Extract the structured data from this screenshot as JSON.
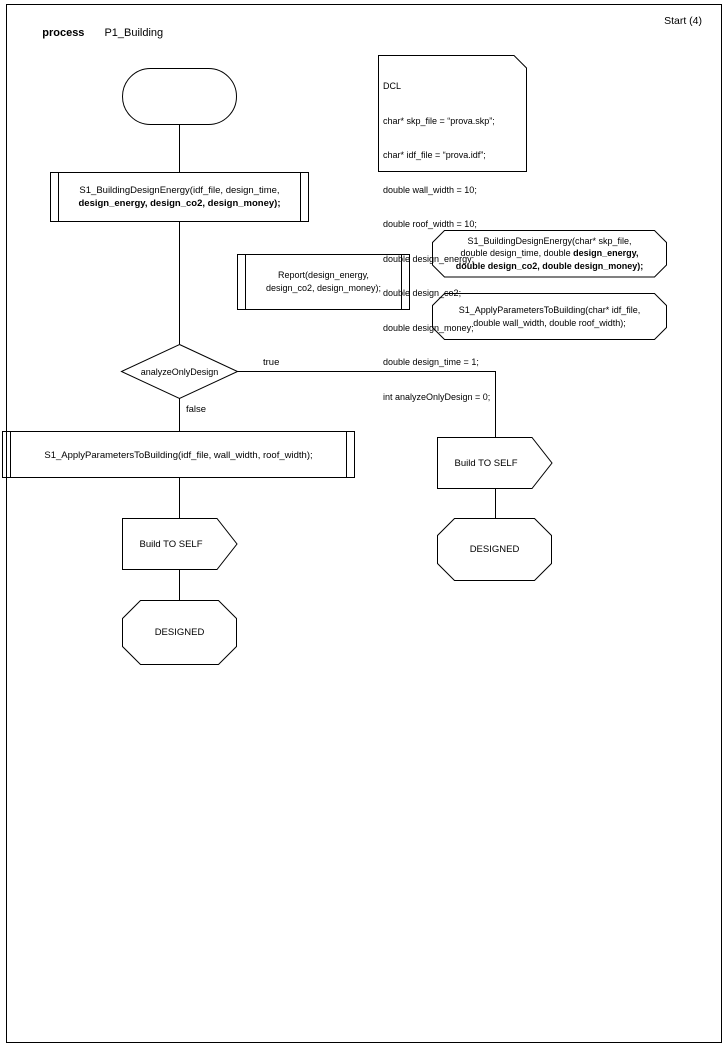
{
  "header": {
    "kind_label": "process",
    "process_name": "P1_Building",
    "start_label": "Start (4)"
  },
  "declarations": {
    "lines": [
      "DCL",
      "char* skp_file = “prova.skp”;",
      "char* idf_file = “prova.idf”;",
      "double wall_width = 10;",
      "double roof_width = 10;",
      "double design_energy;",
      "double design_co2;",
      "double design_money;",
      "double design_time = 1;",
      "int analyzeOnlyDesign = 0;"
    ]
  },
  "nodes": {
    "call_design_energy": {
      "line1": "S1_BuildingDesignEnergy(idf_file, design_time,",
      "line2": "design_energy, design_co2, design_money);"
    },
    "report": {
      "line1": "Report(design_energy,",
      "line2": "design_co2, design_money);"
    },
    "decl_design_energy": {
      "line1": "S1_BuildingDesignEnergy(char* skp_file,",
      "line2a": "double design_time, double ",
      "line2b": "design_energy,",
      "line3": "double design_co2, double design_money);"
    },
    "decl_apply_parameters": {
      "line1": "S1_ApplyParametersToBuilding(char* idf_file,",
      "line2": "double wall_width, double roof_width);"
    },
    "decision": {
      "label": "analyzeOnlyDesign"
    },
    "branch_true": "true",
    "branch_false": "false",
    "call_apply_parameters": "S1_ApplyParametersToBuilding(idf_file, wall_width, roof_width);",
    "output_left": "Build TO SELF",
    "output_right": "Build TO SELF",
    "state_left": "DESIGNED",
    "state_right": "DESIGNED"
  },
  "colors": {
    "stroke": "#000000",
    "background": "#ffffff"
  }
}
